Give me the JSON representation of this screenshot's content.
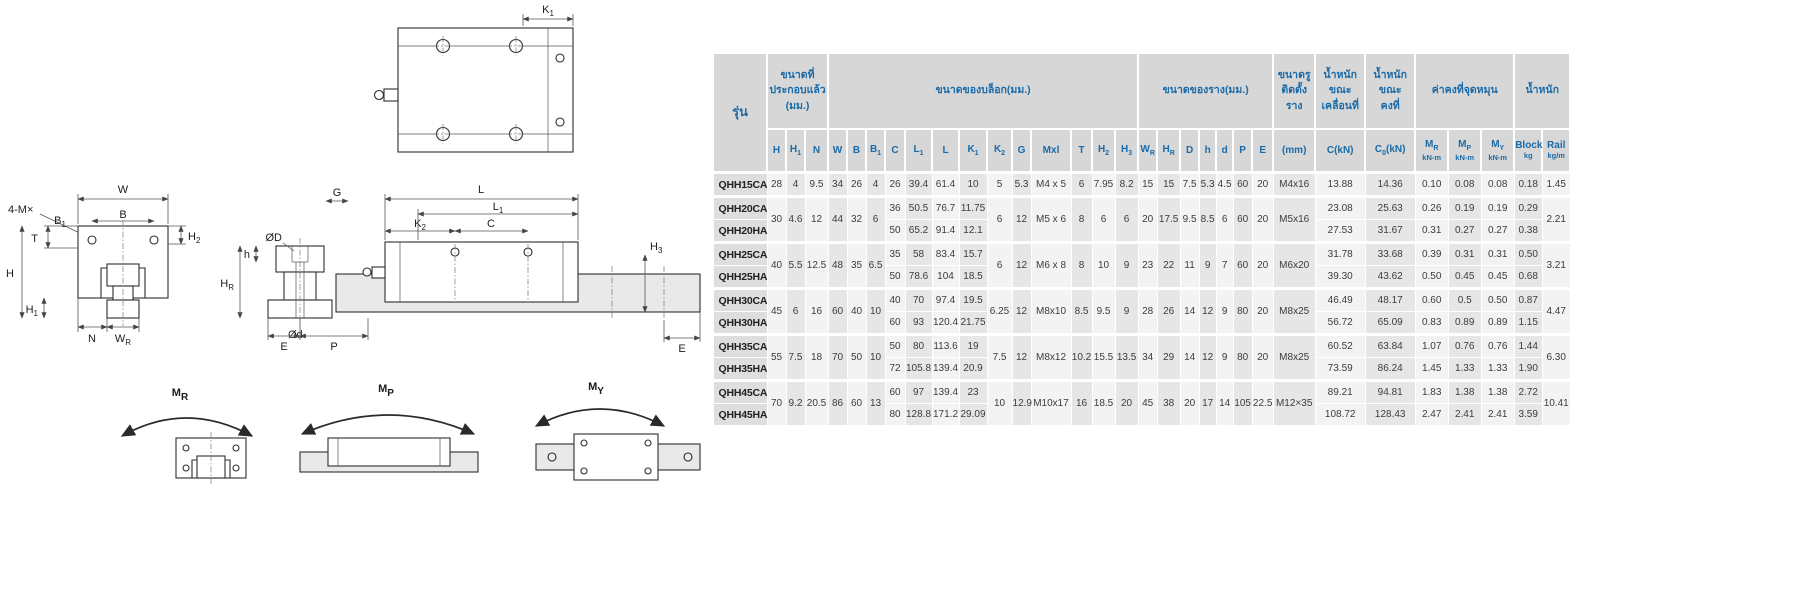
{
  "drawings": {
    "top_view": {
      "k1_main": "K",
      "k1_sub": "1"
    },
    "front_view": {
      "w": "W",
      "four_m": "4-M×",
      "b1_main": "B",
      "b1_sub": "1",
      "b": "B",
      "h2_main": "H",
      "h2_sub": "2",
      "t": "T",
      "h": "H",
      "h1_main": "H",
      "h1_sub": "1",
      "n": "N",
      "wr_main": "W",
      "wr_sub": "R"
    },
    "side_view": {
      "g": "G",
      "k2_main": "K",
      "k2_sub": "2",
      "l": "L",
      "l1_main": "L",
      "l1_sub": "1",
      "c": "C",
      "dD": "ØD",
      "dd": "Ød",
      "h_small": "h",
      "hr_main": "H",
      "hr_sub": "R",
      "e": "E",
      "p": "P",
      "h3_main": "H",
      "h3_sub": "3",
      "e2": "E"
    },
    "moments": [
      {
        "main": "M",
        "sub": "R"
      },
      {
        "main": "M",
        "sub": "P"
      },
      {
        "main": "M",
        "sub": "Y"
      }
    ]
  },
  "table": {
    "model_header": "รุ่น",
    "groups_header": [
      {
        "label": "ขนาดที่\nประกอบแล้ว\n(มม.)",
        "span": 3
      },
      {
        "label": "ขนาดของบล็อก(มม.)",
        "span": 13
      },
      {
        "label": "ขนาดของราง(มม.)",
        "span": 7
      },
      {
        "label": "ขนาดรู\nติดตั้ง\nราง",
        "span": 1
      },
      {
        "label": "น้ำหนัก\nขณะ\nเคลื่อนที่",
        "span": 1
      },
      {
        "label": "น้ำหนัก\nขณะ\nคงที่",
        "span": 1
      },
      {
        "label": "ค่าคงที่จุดหมุน",
        "span": 3
      },
      {
        "label": "น้ำหนัก",
        "span": 2
      }
    ],
    "sub_headers": [
      {
        "main": "H"
      },
      {
        "main": "H",
        "sub": "1"
      },
      {
        "main": "N"
      },
      {
        "main": "W"
      },
      {
        "main": "B"
      },
      {
        "main": "B",
        "sub": "1"
      },
      {
        "main": "C"
      },
      {
        "main": "L",
        "sub": "1"
      },
      {
        "main": "L"
      },
      {
        "main": "K",
        "sub": "1"
      },
      {
        "main": "K",
        "sub": "2"
      },
      {
        "main": "G"
      },
      {
        "main": "Mxl"
      },
      {
        "main": "T"
      },
      {
        "main": "H",
        "sub": "2"
      },
      {
        "main": "H",
        "sub": "3"
      },
      {
        "main": "W",
        "sub": "R"
      },
      {
        "main": "H",
        "sub": "R"
      },
      {
        "main": "D"
      },
      {
        "main": "h"
      },
      {
        "main": "d"
      },
      {
        "main": "P"
      },
      {
        "main": "E"
      },
      {
        "main": "(mm)"
      },
      {
        "main": "C(kN)"
      },
      {
        "main": "C",
        "sub": "0",
        "tail": "(kN)"
      },
      {
        "main": "M",
        "sub": "R",
        "unit": "kN-m"
      },
      {
        "main": "M",
        "sub": "P",
        "unit": "kN-m"
      },
      {
        "main": "M",
        "sub": "Y",
        "unit": "kN-m"
      },
      {
        "main": "Block",
        "unit": "kg"
      },
      {
        "main": "Rail",
        "unit": "kg/m"
      }
    ],
    "column_keys": [
      "model",
      "H",
      "H1",
      "N",
      "W",
      "B",
      "B1",
      "C",
      "L1",
      "L",
      "K1",
      "K2",
      "G",
      "Mxl",
      "T",
      "H2",
      "H3",
      "WR",
      "HR",
      "D",
      "h",
      "d",
      "P",
      "E",
      "hole",
      "CkN",
      "C0kN",
      "MR",
      "MP",
      "MY",
      "block",
      "rail"
    ],
    "data_groups": [
      {
        "shared": {
          "H": "28",
          "H1": "4",
          "N": "9.5",
          "W": "34",
          "B": "26",
          "B1": "4",
          "K2": "5",
          "G": "5.3",
          "Mxl": "M4 x 5",
          "T": "6",
          "H2": "7.95",
          "H3": "8.2",
          "WR": "15",
          "HR": "15",
          "D": "7.5",
          "h": "5.3",
          "d": "4.5",
          "P": "60",
          "E": "20",
          "hole": "M4x16",
          "rail": "1.45"
        },
        "rows": [
          {
            "model": "QHH15CA",
            "C": "26",
            "L1": "39.4",
            "L": "61.4",
            "K1": "10",
            "CkN": "13.88",
            "C0kN": "14.36",
            "MR": "0.10",
            "MP": "0.08",
            "MY": "0.08",
            "block": "0.18"
          }
        ]
      },
      {
        "shared": {
          "H": "30",
          "H1": "4.6",
          "N": "12",
          "W": "44",
          "B": "32",
          "B1": "6",
          "K2": "6",
          "G": "12",
          "Mxl": "M5 x 6",
          "T": "8",
          "H2": "6",
          "H3": "6",
          "WR": "20",
          "HR": "17.5",
          "D": "9.5",
          "h": "8.5",
          "d": "6",
          "P": "60",
          "E": "20",
          "hole": "M5x16",
          "rail": "2.21"
        },
        "rows": [
          {
            "model": "QHH20CA",
            "C": "36",
            "L1": "50.5",
            "L": "76.7",
            "K1": "11.75",
            "CkN": "23.08",
            "C0kN": "25.63",
            "MR": "0.26",
            "MP": "0.19",
            "MY": "0.19",
            "block": "0.29"
          },
          {
            "model": "QHH20HA",
            "C": "50",
            "L1": "65.2",
            "L": "91.4",
            "K1": "12.1",
            "CkN": "27.53",
            "C0kN": "31.67",
            "MR": "0.31",
            "MP": "0.27",
            "MY": "0.27",
            "block": "0.38"
          }
        ]
      },
      {
        "shared": {
          "H": "40",
          "H1": "5.5",
          "N": "12.5",
          "W": "48",
          "B": "35",
          "B1": "6.5",
          "K2": "6",
          "G": "12",
          "Mxl": "M6 x 8",
          "T": "8",
          "H2": "10",
          "H3": "9",
          "WR": "23",
          "HR": "22",
          "D": "11",
          "h": "9",
          "d": "7",
          "P": "60",
          "E": "20",
          "hole": "M6x20",
          "rail": "3.21"
        },
        "rows": [
          {
            "model": "QHH25CA",
            "C": "35",
            "L1": "58",
            "L": "83.4",
            "K1": "15.7",
            "CkN": "31.78",
            "C0kN": "33.68",
            "MR": "0.39",
            "MP": "0.31",
            "MY": "0.31",
            "block": "0.50"
          },
          {
            "model": "QHH25HA",
            "C": "50",
            "L1": "78.6",
            "L": "104",
            "K1": "18.5",
            "CkN": "39.30",
            "C0kN": "43.62",
            "MR": "0.50",
            "MP": "0.45",
            "MY": "0.45",
            "block": "0.68"
          }
        ]
      },
      {
        "shared": {
          "H": "45",
          "H1": "6",
          "N": "16",
          "W": "60",
          "B": "40",
          "B1": "10",
          "K2": "6.25",
          "G": "12",
          "Mxl": "M8x10",
          "T": "8.5",
          "H2": "9.5",
          "H3": "9",
          "WR": "28",
          "HR": "26",
          "D": "14",
          "h": "12",
          "d": "9",
          "P": "80",
          "E": "20",
          "hole": "M8x25",
          "rail": "4.47"
        },
        "rows": [
          {
            "model": "QHH30CA",
            "C": "40",
            "L1": "70",
            "L": "97.4",
            "K1": "19.5",
            "CkN": "46.49",
            "C0kN": "48.17",
            "MR": "0.60",
            "MP": "0.5",
            "MY": "0.50",
            "block": "0.87"
          },
          {
            "model": "QHH30HA",
            "C": "60",
            "L1": "93",
            "L": "120.4",
            "K1": "21.75",
            "CkN": "56.72",
            "C0kN": "65.09",
            "MR": "0.83",
            "MP": "0.89",
            "MY": "0.89",
            "block": "1.15"
          }
        ]
      },
      {
        "shared": {
          "H": "55",
          "H1": "7.5",
          "N": "18",
          "W": "70",
          "B": "50",
          "B1": "10",
          "K2": "7.5",
          "G": "12",
          "Mxl": "M8x12",
          "T": "10.2",
          "H2": "15.5",
          "H3": "13.5",
          "WR": "34",
          "HR": "29",
          "D": "14",
          "h": "12",
          "d": "9",
          "P": "80",
          "E": "20",
          "hole": "M8x25",
          "rail": "6.30"
        },
        "rows": [
          {
            "model": "QHH35CA",
            "C": "50",
            "L1": "80",
            "L": "113.6",
            "K1": "19",
            "CkN": "60.52",
            "C0kN": "63.84",
            "MR": "1.07",
            "MP": "0.76",
            "MY": "0.76",
            "block": "1.44"
          },
          {
            "model": "QHH35HA",
            "C": "72",
            "L1": "105.8",
            "L": "139.4",
            "K1": "20.9",
            "CkN": "73.59",
            "C0kN": "86.24",
            "MR": "1.45",
            "MP": "1.33",
            "MY": "1.33",
            "block": "1.90"
          }
        ]
      },
      {
        "shared": {
          "H": "70",
          "H1": "9.2",
          "N": "20.5",
          "W": "86",
          "B": "60",
          "B1": "13",
          "K2": "10",
          "G": "12.9",
          "Mxl": "M10x17",
          "T": "16",
          "H2": "18.5",
          "H3": "20",
          "WR": "45",
          "HR": "38",
          "D": "20",
          "h": "17",
          "d": "14",
          "P": "105",
          "E": "22.5",
          "hole": "M12×35",
          "rail": "10.41"
        },
        "rows": [
          {
            "model": "QHH45CA",
            "C": "60",
            "L1": "97",
            "L": "139.4",
            "K1": "23",
            "CkN": "89.21",
            "C0kN": "94.81",
            "MR": "1.83",
            "MP": "1.38",
            "MY": "1.38",
            "block": "2.72"
          },
          {
            "model": "QHH45HA",
            "C": "80",
            "L1": "128.8",
            "L": "171.2",
            "K1": "29.09",
            "CkN": "108.72",
            "C0kN": "128.43",
            "MR": "2.47",
            "MP": "2.41",
            "MY": "2.41",
            "block": "3.59"
          }
        ]
      }
    ]
  }
}
